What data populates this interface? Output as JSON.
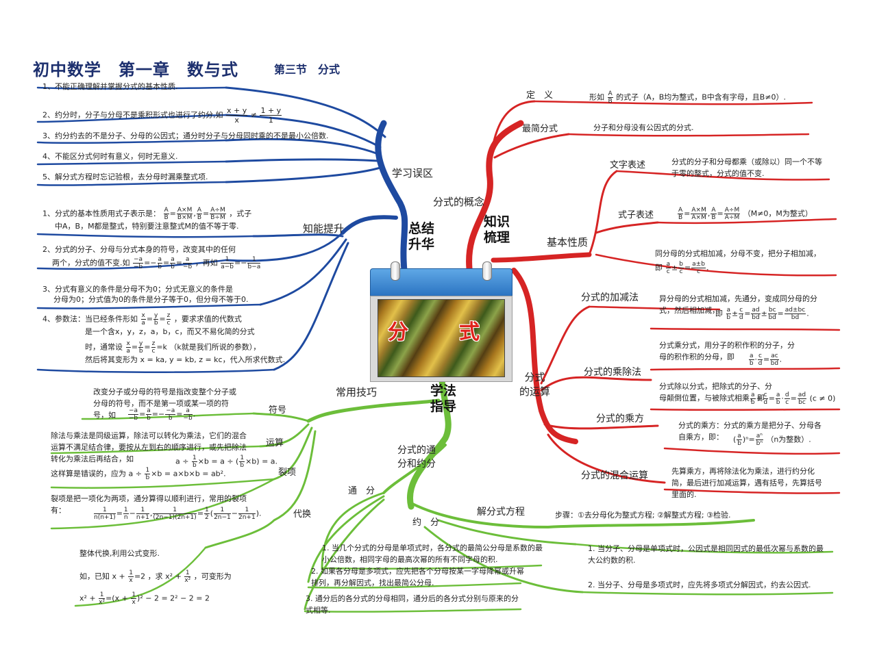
{
  "title": "初中数学　第一章　数与式",
  "subtitle": "第三节　分式",
  "center": {
    "label": "分　式"
  },
  "branches": {
    "summary": "总结\n升华",
    "knowledge": "知识\n梳理",
    "method": "学法\n指导",
    "operation": "分式\n的运算"
  },
  "nodes": {
    "study_mistakes": "学习误区",
    "ability": "知能提升",
    "concept": "分式的概念",
    "basic_property": "基本性质",
    "text_desc": "文字表述",
    "formula_desc": "式子表述",
    "definition": "定　义",
    "simplest": "最简分式",
    "add_sub": "分式的加减法",
    "mul_div": "分式的乘除法",
    "power": "分式的乘方",
    "mixed": "分式的混合运算",
    "common_skill": "常用技巧",
    "sign": "符号",
    "op": "运算",
    "split": "裂项",
    "subst": "代换",
    "tongfen_yuefen": "分式的通\n分和约分",
    "tongfen": "通　分",
    "yuefen": "约　分",
    "solve_eq": "解分式方程"
  },
  "mistakes": [
    "1、不能正确理解并掌握分式的基本性质.",
    "2、约分时，分子与分母不是乘积形式也进行了约分,如",
    "3、约分约去的不是分子、分母的公因式；通分时分子与分母同时乘的不是最小公倍数.",
    "4、不能区分式何时有意义，何时无意义.",
    "5、解分式方程时忘记验根，去分母时漏乘整式项."
  ],
  "mistake_frac": {
    "num1": "x + y",
    "den1": "x",
    "neq": "≠",
    "num2": "1 + y",
    "den2": "1"
  },
  "ability": {
    "a1": "1、分式的基本性质用式子表示是：",
    "a1_tail": "，式子",
    "a1_line2": "中A，B，M都是整式，特别要注意整式M的值不等于零.",
    "a2": "2、分式的分子、分母与分式本身的符号，改变其中的任何",
    "a2_line2": "两个，分式的值不变.如",
    "a2_tail": "，再如",
    "a3": "3、分式有意义的条件是分母不为0；分式无意义的条件是",
    "a3_line2": "分母为0；分式值为0的条件是分子等于0，但分母不等于0.",
    "a4": "4、参数法：当已经条件形如",
    "a4_tail": "，要求求值的代数式",
    "a4_line2": "是一个含x，y，z，a，b，c，而又不易化简的分式",
    "a4_line3": "时，通常设",
    "a4_line3_tail": "（k就是我们所说的参数），",
    "a4_line4": "然后将其变形为 x = ka, y = kb, z = kc，代入所求代数式."
  },
  "concept": {
    "definition_prefix": "形如",
    "definition_frac_num": "A",
    "definition_frac_den": "B",
    "definition_text": "的式子（A，B均为整式，B中含有字母，且B≠0）.",
    "simplest_text": "分子和分母没有公因式的分式."
  },
  "basic": {
    "text": "分式的分子和分母都乘（或除以）同一个不等于零的整式，分式的值不变.",
    "formula": "A/B = (A×M)/(A×M)，A/B = (A÷M)/(A÷M)",
    "formula_note": "（M≠0，M为整式）"
  },
  "add_sub": {
    "same": "同分母的分式相加减，分母不变，把分子相加减，",
    "same_formula_prefix": "即",
    "diff": "异分母的分式相加减，先通分，变成同分母的分式，然后相加减，",
    "diff_prefix": "即"
  },
  "mul_div": {
    "mul": "分式乘分式，用分子的积作积的分子，分母的积作积的分母，即",
    "div": "分式除以分式，把除式的分子、分母颠倒位置，与被除式相乘，即",
    "div_cond": "(c ≠ 0)"
  },
  "power": {
    "text": "分式的乘方：分式的乘方是把分子、分母各自乘方，即：",
    "note": "（n为整数）."
  },
  "mixed": {
    "text": "先算乘方，再将除法化为乘法，进行约分化简，最后进行加减运算，遇有括号，先算括号里面的."
  },
  "skills": {
    "sign": "改变分子或分母的符号是指改变整个分子或分母的符号，而不是第一项或某一项的符号，如",
    "op": "除法与乘法是同级运算，除法可以转化为乘法，它们的混合运算不满足结合律，要按从左到右的顺序进行，或先把除法转化为乘法后再结合，如",
    "op_tail": "这样算是错误的，应为",
    "split": "裂项是把一项化为两项，通分算得以顺利进行，常用的裂项有：",
    "subst_title": "整体代换,利用公式变形.",
    "subst_ex": "如，已知",
    "subst_ex2": "，求",
    "subst_ex3": "，可变形为",
    "subst_result": "= 2² − 2 = 2"
  },
  "tongfen": [
    "1. 当几个分式的分母是单项式时，各分式的最简公分母是系数的最小公倍数，相同字母的最高次幂的所有不同字母的积.",
    "2. 如果各分母是多项式，应先把各个分母按某一字母降幂或升幂排列，再分解因式，找出最简公分母.",
    "3. 通分后的各分式的分母相同，通分后的各分式分别与原来的分式相等."
  ],
  "yuefen": [
    "1. 当分子、分母是单项式时，公因式是相同因式的最低次幂与系数的最大公约数的积.",
    "2. 当分子、分母是多项式时，应先将多项式分解因式，约去公因式."
  ],
  "solve_eq": "步骤：①去分母化为整式方程; ②解整式方程; ③检验.",
  "colors": {
    "blue": "#1e4aa0",
    "red": "#d62424",
    "green": "#6cbe3a",
    "title": "#1c2f6e"
  }
}
